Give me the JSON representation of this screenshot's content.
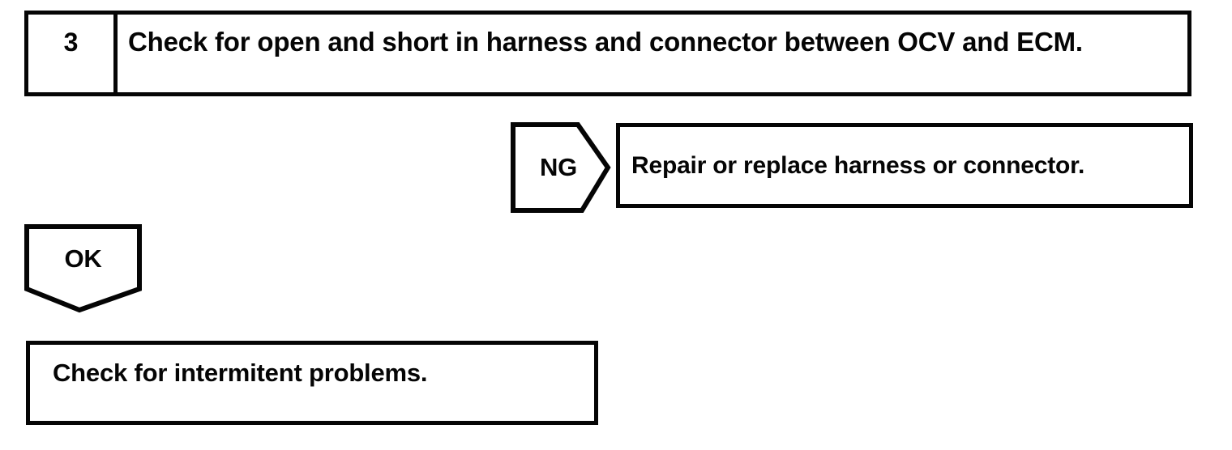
{
  "diagram": {
    "step_box": {
      "number": "3",
      "instruction": "Check for open and short in harness and connector between OCV and ECM."
    },
    "ng_branch": {
      "label": "NG",
      "action": "Repair or replace harness or connector."
    },
    "ok_branch": {
      "label": "OK",
      "action": "Check for intermitent problems."
    }
  },
  "colors": {
    "line": "#050505",
    "background": "#ffffff"
  }
}
